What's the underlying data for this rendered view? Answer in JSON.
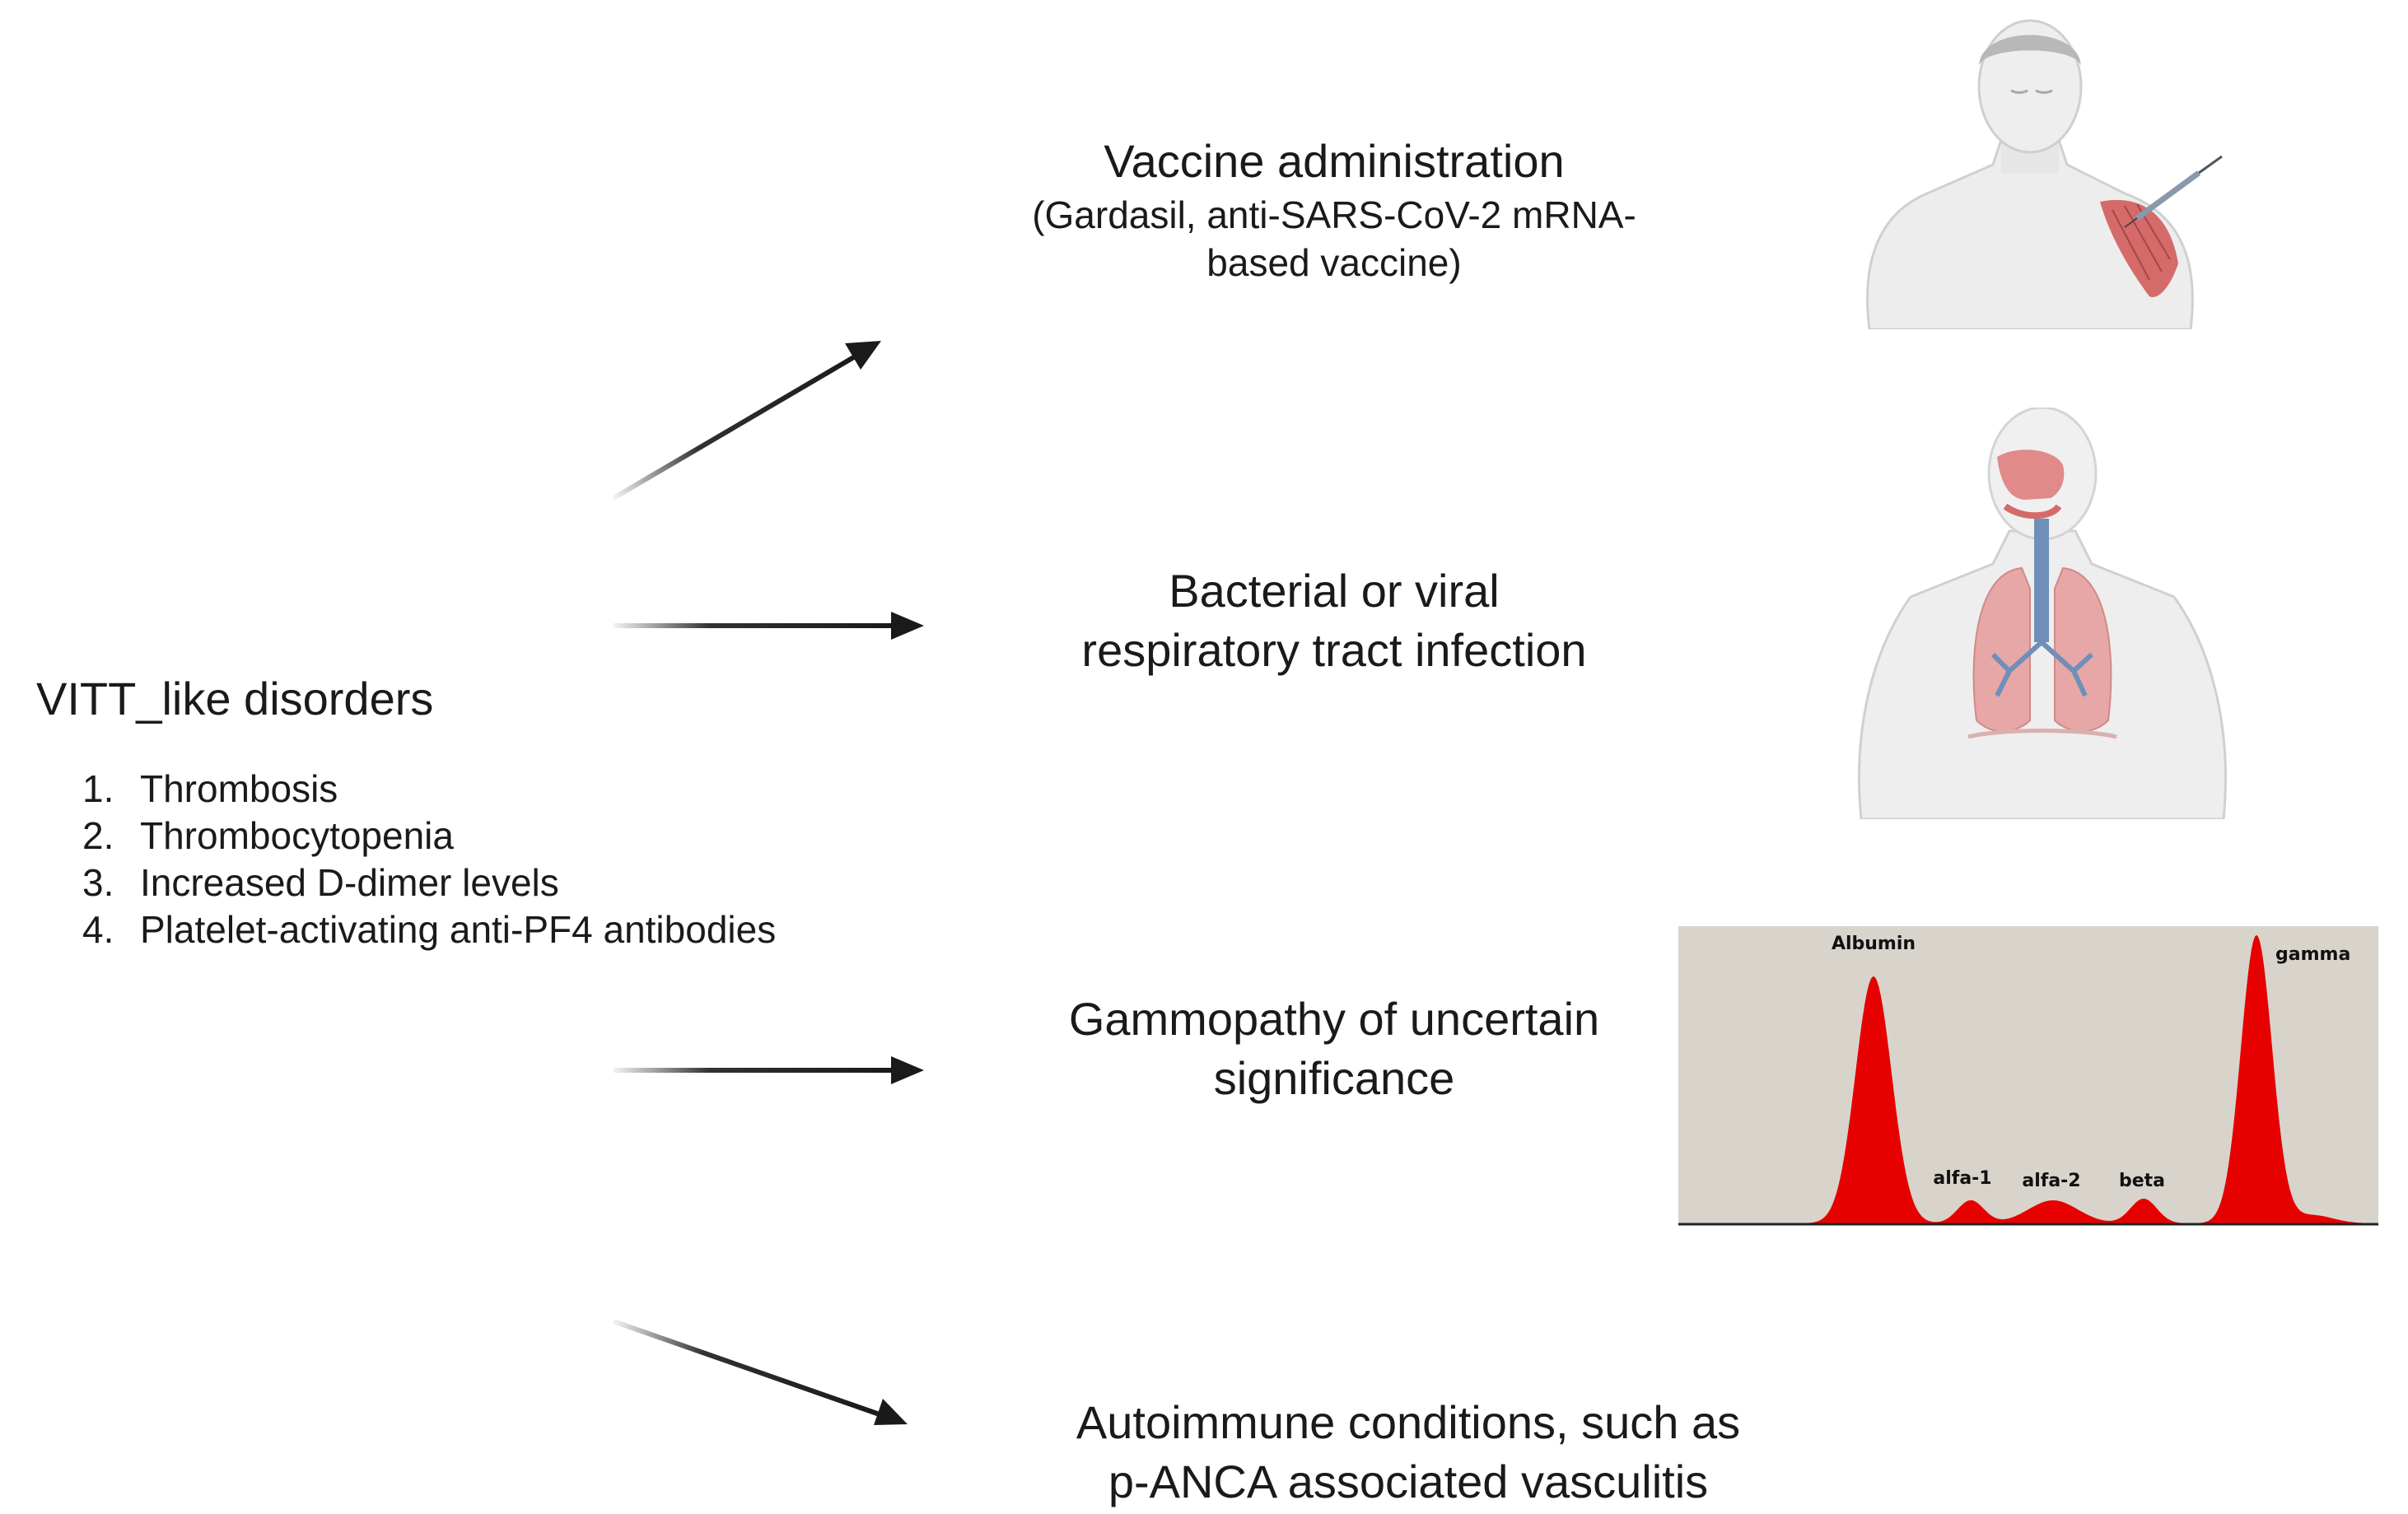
{
  "main": {
    "title": "VITT_like disorders",
    "criteria": [
      {
        "num": "1.",
        "text": "Thrombosis"
      },
      {
        "num": "2.",
        "text": "Thrombocytopenia"
      },
      {
        "num": "3.",
        "text": "Increased D-dimer levels"
      },
      {
        "num": "4.",
        "text": "Platelet-activating anti-PF4 antibodies"
      }
    ]
  },
  "causes": [
    {
      "line1": "Vaccine administration",
      "sub1": "(Gardasil, anti-SARS-CoV-2 mRNA-",
      "sub2": "based vaccine)",
      "icon": "vaccine-shoulder-icon"
    },
    {
      "line1": "Bacterial or viral",
      "line2": "respiratory tract infection",
      "icon": "respiratory-tract-icon"
    },
    {
      "line1": "Gammopathy of uncertain",
      "line2": "significance",
      "icon": "electrophoresis-chart"
    },
    {
      "line1": "Autoimmune conditions, such as",
      "line2": "p-ANCA associated vasculitis"
    }
  ],
  "electrophoresis": {
    "labels": [
      "Albumin",
      "alfa-1",
      "alfa-2",
      "beta",
      "gamma"
    ],
    "peak_color": "#e60000",
    "background": "#d8d4cc"
  },
  "colors": {
    "arrow": "#1a1a1a",
    "text": "#1a1a1a"
  }
}
